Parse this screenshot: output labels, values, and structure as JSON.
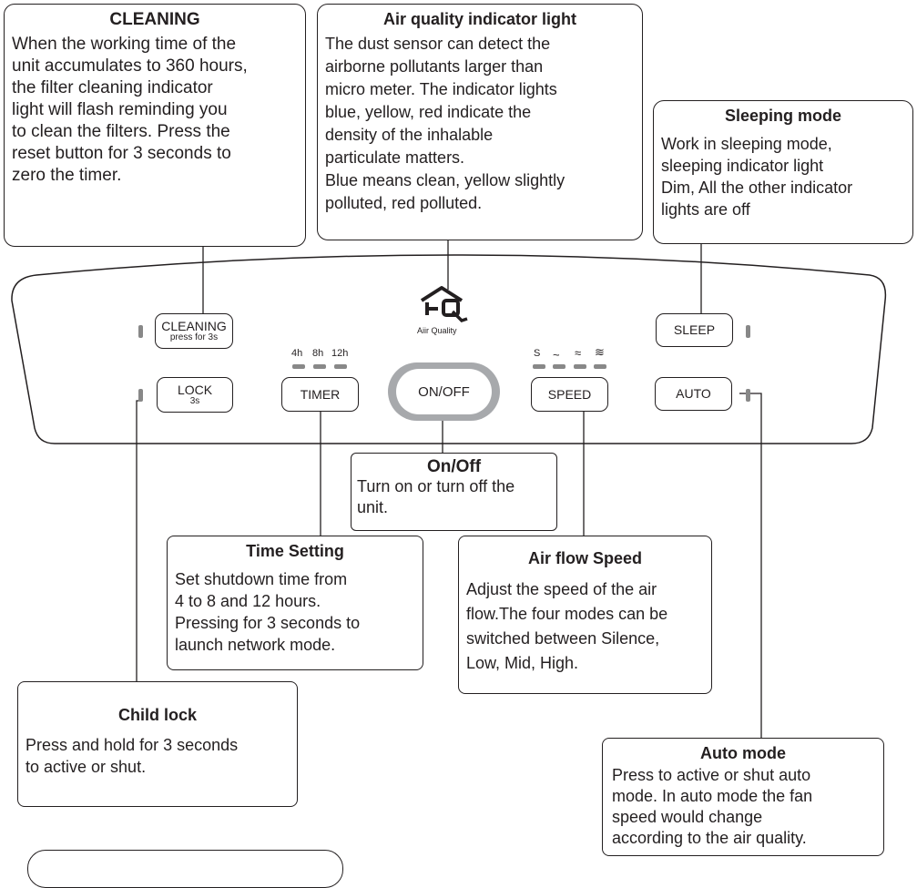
{
  "callouts": {
    "cleaning": {
      "title": "CLEANING",
      "text": "When the working time of the\nunit accumulates to 360 hours,\nthe filter cleaning indicator\nlight will flash reminding you\n to clean the filters. Press the\nreset button for 3 seconds to\nzero the timer."
    },
    "air_quality": {
      "title": "Air quality indicator light",
      "text": "The dust sensor can detect the\nairborne pollutants larger than\nmicro meter. The indicator lights\nblue, yellow, red indicate the\ndensity of the inhalable\nparticulate matters.\nBlue means clean, yellow slightly\npolluted, red polluted."
    },
    "sleeping": {
      "title": "Sleeping mode",
      "text": "Work in sleeping mode,\nsleeping indicator light\nDim, All the other indicator\nlights are off"
    },
    "onoff": {
      "title": "On/Off",
      "text": "Turn on or turn off the\nunit."
    },
    "time_setting": {
      "title": "Time Setting",
      "text": "Set shutdown time from\n4 to 8 and 12 hours.\nPressing for 3 seconds to\nlaunch network mode."
    },
    "air_flow": {
      "title": "Air flow Speed",
      "text": "Adjust the speed of the air\nflow.The four modes can be\nswitched between Silence,\nLow, Mid, High."
    },
    "child_lock": {
      "title": "Child lock",
      "text": "Press and hold for 3 seconds\nto active or shut."
    },
    "auto_mode": {
      "title": "Auto mode",
      "text": "Press to active or shut auto\nmode. In auto mode the fan\nspeed would change\naccording to the air quality."
    }
  },
  "panel": {
    "logo_text": "Aiir Quality",
    "cleaning_btn": {
      "label": "CLEANING",
      "sub": "press for 3s"
    },
    "lock_btn": {
      "label": "LOCK",
      "sub": "3s"
    },
    "timer_btn": {
      "label": "TIMER"
    },
    "timer_labels": [
      "4h",
      "8h",
      "12h"
    ],
    "onoff_btn": {
      "label": "ON/OFF"
    },
    "speed_btn": {
      "label": "SPEED"
    },
    "speed_labels": [
      "S",
      "~",
      "≈",
      "≋"
    ],
    "sleep_btn": {
      "label": "SLEEP"
    },
    "auto_btn": {
      "label": "AUTO"
    }
  }
}
